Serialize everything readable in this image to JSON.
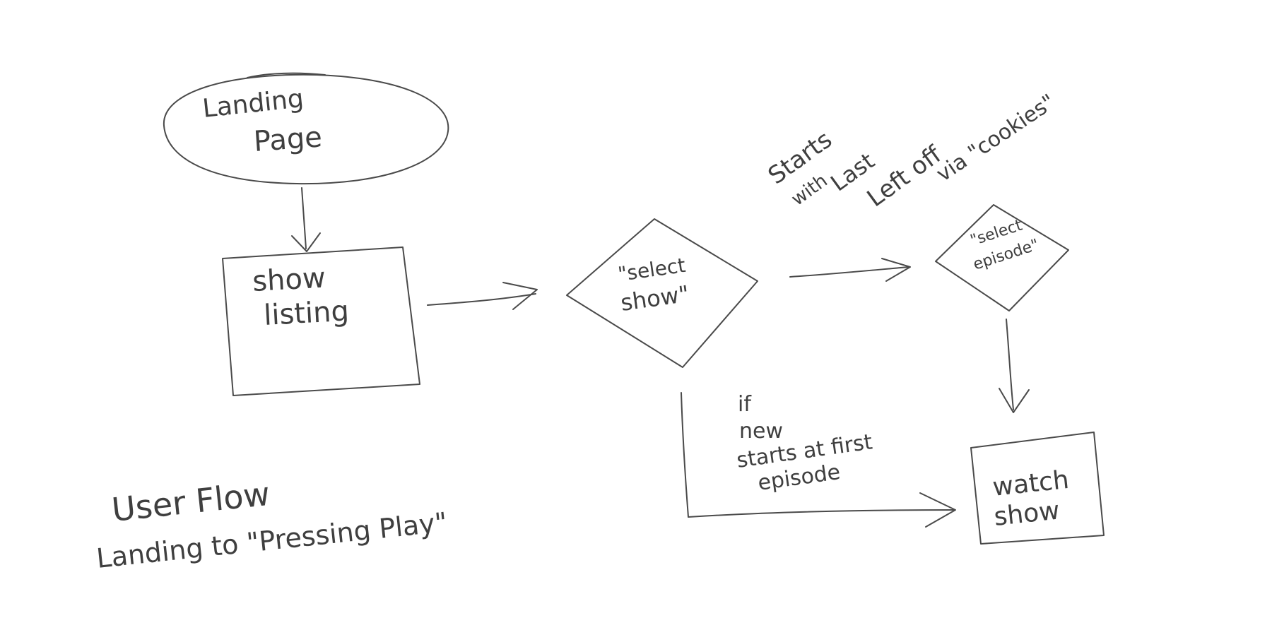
{
  "nodes": {
    "landing_page": {
      "line1": "Landing",
      "line2": "Page"
    },
    "show_listing": {
      "line1": "show",
      "line2": "listing"
    },
    "select_show": {
      "line1": "\"select",
      "line2": "show\""
    },
    "select_episode": {
      "line1": "\"select",
      "line2": "episode\""
    },
    "watch_show": {
      "line1": "watch",
      "line2": "show"
    }
  },
  "edges": {
    "returning_note": {
      "line1": "Starts",
      "line2": "with",
      "line3": "Last",
      "line4": "Left off",
      "line5": "via \"cookies\""
    },
    "new_note": {
      "line1": "if",
      "line2": "new",
      "line3": "starts at first",
      "line4": "episode"
    }
  },
  "caption": {
    "title": "User Flow",
    "subtitle": "Landing to \"Pressing Play\""
  },
  "colors": {
    "pencil": "#4a4a4a",
    "background": "#ffffff"
  }
}
